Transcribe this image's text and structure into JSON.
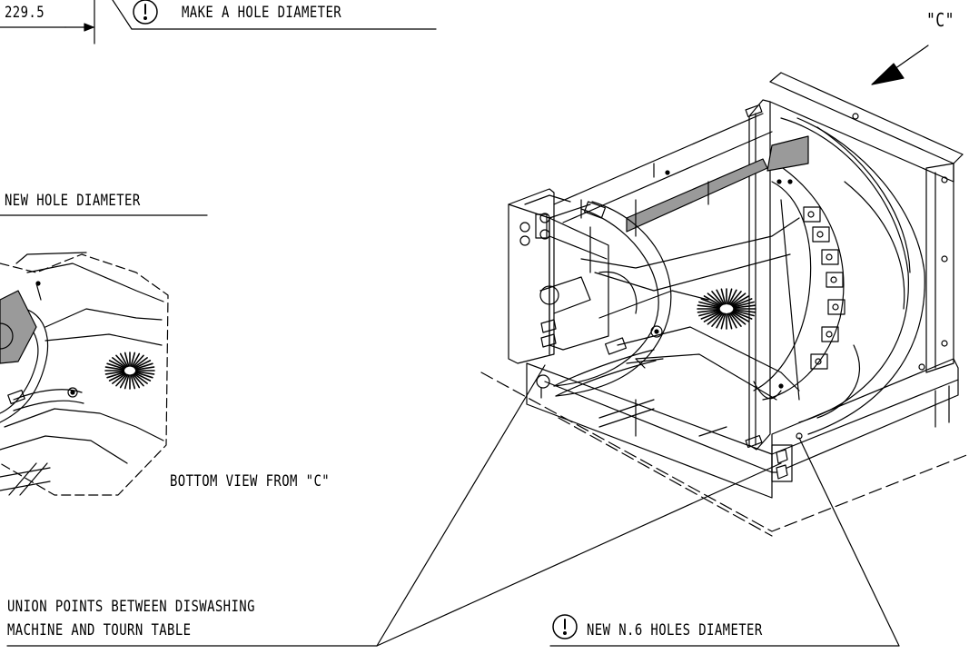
{
  "dimension_value": "229.5",
  "note_make_hole": "MAKE A HOLE DIAMETER",
  "view_marker": "\"C\"",
  "note_new_hole": "NEW HOLE DIAMETER",
  "caption_bottom_view": "BOTTOM VIEW FROM \"C\"",
  "note_union_points": [
    "UNION POINTS BETWEEN DISWASHING",
    "MACHINE AND TOURN TABLE"
  ],
  "note_new_six_holes": "NEW N.6 HOLES DIAMETER",
  "warning_symbol": "!",
  "colors": {
    "ink": "#000000",
    "shade": "#9a9a9a",
    "paper": "#ffffff"
  }
}
